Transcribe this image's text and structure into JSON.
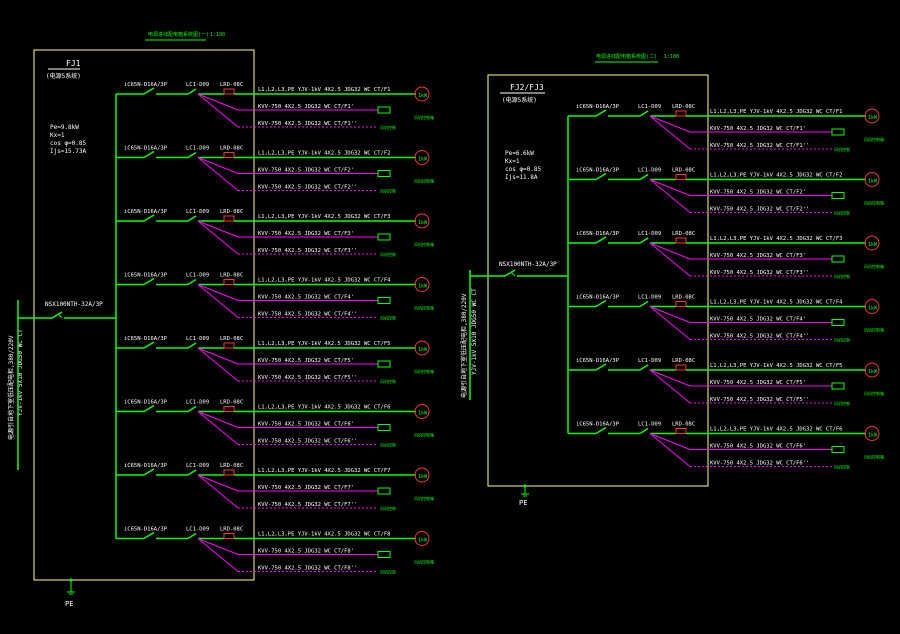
{
  "title_left": "电源进线配电箱系统图(一)",
  "title_left_suffix": "1:100",
  "title_right": "电源进线配电箱系统图(二)",
  "title_right_suffix": "1:100",
  "colors": {
    "background": "#000000",
    "box": "#ffff80",
    "bus": "#00ff00",
    "cable_text": "#ffffff",
    "control_line": "#ff00ff",
    "motor": "#ff3333",
    "label_green": "#00ff00"
  },
  "fj1": {
    "name": "FJ1",
    "subtitle": "(电源5系统)",
    "params": [
      "Pe=9.8kW",
      "Kx=1",
      "cos φ=0.85",
      "Ijs=15.73A"
    ],
    "main_breaker": "NSX100NTH-32A/3P",
    "incoming": [
      "电源引自地下室低压配电柜,380/220V",
      "YJV-1kV 5X10 JDG50 WC CT"
    ],
    "pe_label": "PE",
    "circuits": [
      {
        "breaker": "iC65N-D16A/3P",
        "contactor": "LC1-D09",
        "relay": "LRD-08C",
        "power": "L1,L2,L3,PE YJV-1kV 4X2.5 JDG32 WC CT/F1",
        "motor": "1kW",
        "ctrl1": "KVV-750 4X2.5 JDG32 WC CT/F1'",
        "ctrl2": "KVV-750 4X2.5 JDG32 WC CT/F1''",
        "label1": "风机控制箱",
        "label2": "风机控制"
      },
      {
        "breaker": "iC65N-D16A/3P",
        "contactor": "LC1-D09",
        "relay": "LRD-08C",
        "power": "L1,L2,L3,PE YJV-1kV 4X2.5 JDG32 WC CT/F2",
        "motor": "1kW",
        "ctrl1": "KVV-750 4X2.5 JDG32 WC CT/F2'",
        "ctrl2": "KVV-750 4X2.5 JDG32 WC CT/F2''",
        "label1": "风机控制箱",
        "label2": "风机控制"
      },
      {
        "breaker": "iC65N-D16A/3P",
        "contactor": "LC1-D09",
        "relay": "LRD-08C",
        "power": "L1,L2,L3,PE YJV-1kV 4X2.5 JDG32 WC CT/F3",
        "motor": "1kW",
        "ctrl1": "KVV-750 4X2.5 JDG32 WC CT/F3'",
        "ctrl2": "KVV-750 4X2.5 JDG32 WC CT/F3''",
        "label1": "风机控制箱",
        "label2": "风机控制"
      },
      {
        "breaker": "iC65N-D16A/3P",
        "contactor": "LC1-D09",
        "relay": "LRD-08C",
        "power": "L1,L2,L3,PE YJV-1kV 4X2.5 JDG32 WC CT/F4",
        "motor": "1kW",
        "ctrl1": "KVV-750 4X2.5 JDG32 WC CT/F4'",
        "ctrl2": "KVV-750 4X2.5 JDG32 WC CT/F4''",
        "label1": "风机控制箱",
        "label2": "风机控制"
      },
      {
        "breaker": "iC65N-D16A/3P",
        "contactor": "LC1-D09",
        "relay": "LRD-08C",
        "power": "L1,L2,L3,PE YJV-1kV 4X2.5 JDG32 WC CT/F5",
        "motor": "1kW",
        "ctrl1": "KVV-750 4X2.5 JDG32 WC CT/F5'",
        "ctrl2": "KVV-750 4X2.5 JDG32 WC CT/F5''",
        "label1": "风机控制箱",
        "label2": "风机控制"
      },
      {
        "breaker": "iC65N-D16A/3P",
        "contactor": "LC1-D09",
        "relay": "LRD-08C",
        "power": "L1,L2,L3,PE YJV-1kV 4X2.5 JDG32 WC CT/F6",
        "motor": "1kW",
        "ctrl1": "KVV-750 4X2.5 JDG32 WC CT/F6'",
        "ctrl2": "KVV-750 4X2.5 JDG32 WC CT/F6''",
        "label1": "风机控制箱",
        "label2": "风机控制"
      },
      {
        "breaker": "iC65N-D16A/3P",
        "contactor": "LC1-D09",
        "relay": "LRD-08C",
        "power": "L1,L2,L3,PE YJV-1kV 4X2.5 JDG32 WC CT/F7",
        "motor": "1kW",
        "ctrl1": "KVV-750 4X2.5 JDG32 WC CT/F7'",
        "ctrl2": "KVV-750 4X2.5 JDG32 WC CT/F7''",
        "label1": "风机控制箱",
        "label2": "风机控制"
      },
      {
        "breaker": "iC65N-D16A/3P",
        "contactor": "LC1-D09",
        "relay": "LRD-08C",
        "power": "L1,L2,L3,PE YJV-1kV 4X2.5 JDG32 WC CT/F8",
        "motor": "1kW",
        "ctrl1": "KVV-750 4X2.5 JDG32 WC CT/F8'",
        "ctrl2": "KVV-750 4X2.5 JDG32 WC CT/F8''",
        "label1": "风机控制箱",
        "label2": "风机控制"
      }
    ]
  },
  "fj2": {
    "name": "FJ2/FJ3",
    "subtitle": "(电源5系统)",
    "params": [
      "Pe=6.6kW",
      "Kx=1",
      "cos φ=0.85",
      "Ijs=11.8A"
    ],
    "main_breaker": "NSX100NTH-32A/3P",
    "incoming": [
      "电源引自地下室低压配电柜,380/220V",
      "YJV-1kV 5X10 JDG50 WC CT"
    ],
    "pe_label": "PE",
    "circuits": [
      {
        "breaker": "iC65N-D16A/3P",
        "contactor": "LC1-D09",
        "relay": "LRD-08C",
        "power": "L1,L2,L3,PE YJV-1kV 4X2.5 JDG32 WC CT/F1",
        "motor": "1kW",
        "ctrl1": "KVV-750 4X2.5 JDG32 WC CT/F1'",
        "ctrl2": "KVV-750 4X2.5 JDG32 WC CT/F1''",
        "label1": "风机控制箱",
        "label2": "风机控制"
      },
      {
        "breaker": "iC65N-D16A/3P",
        "contactor": "LC1-D09",
        "relay": "LRD-08C",
        "power": "L1,L2,L3,PE YJV-1kV 4X2.5 JDG32 WC CT/F2",
        "motor": "1kW",
        "ctrl1": "KVV-750 4X2.5 JDG32 WC CT/F2'",
        "ctrl2": "KVV-750 4X2.5 JDG32 WC CT/F2''",
        "label1": "风机控制箱",
        "label2": "风机控制"
      },
      {
        "breaker": "iC65N-D16A/3P",
        "contactor": "LC1-D09",
        "relay": "LRD-08C",
        "power": "L1,L2,L3,PE YJV-1kV 4X2.5 JDG32 WC CT/F3",
        "motor": "1kW",
        "ctrl1": "KVV-750 4X2.5 JDG32 WC CT/F3'",
        "ctrl2": "KVV-750 4X2.5 JDG32 WC CT/F3''",
        "label1": "风机控制箱",
        "label2": "风机控制"
      },
      {
        "breaker": "iC65N-D16A/3P",
        "contactor": "LC1-D09",
        "relay": "LRD-08C",
        "power": "L1,L2,L3,PE YJV-1kV 4X2.5 JDG32 WC CT/F4",
        "motor": "1kW",
        "ctrl1": "KVV-750 4X2.5 JDG32 WC CT/F4'",
        "ctrl2": "KVV-750 4X2.5 JDG32 WC CT/F4''",
        "label1": "风机控制箱",
        "label2": "风机控制"
      },
      {
        "breaker": "iC65N-D16A/3P",
        "contactor": "LC1-D09",
        "relay": "LRD-08C",
        "power": "L1,L2,L3,PE YJV-1kV 4X2.5 JDG32 WC CT/F5",
        "motor": "1kW",
        "ctrl1": "KVV-750 4X2.5 JDG32 WC CT/F5'",
        "ctrl2": "KVV-750 4X2.5 JDG32 WC CT/F5''",
        "label1": "风机控制箱",
        "label2": "风机控制"
      },
      {
        "breaker": "iC65N-D16A/3P",
        "contactor": "LC1-D09",
        "relay": "LRD-08C",
        "power": "L1,L2,L3,PE YJV-1kV 4X2.5 JDG32 WC CT/F6",
        "motor": "1kW",
        "ctrl1": "KVV-750 4X2.5 JDG32 WC CT/F6'",
        "ctrl2": "KVV-750 4X2.5 JDG32 WC CT/F6''",
        "label1": "风机控制箱",
        "label2": "风机控制"
      }
    ]
  }
}
